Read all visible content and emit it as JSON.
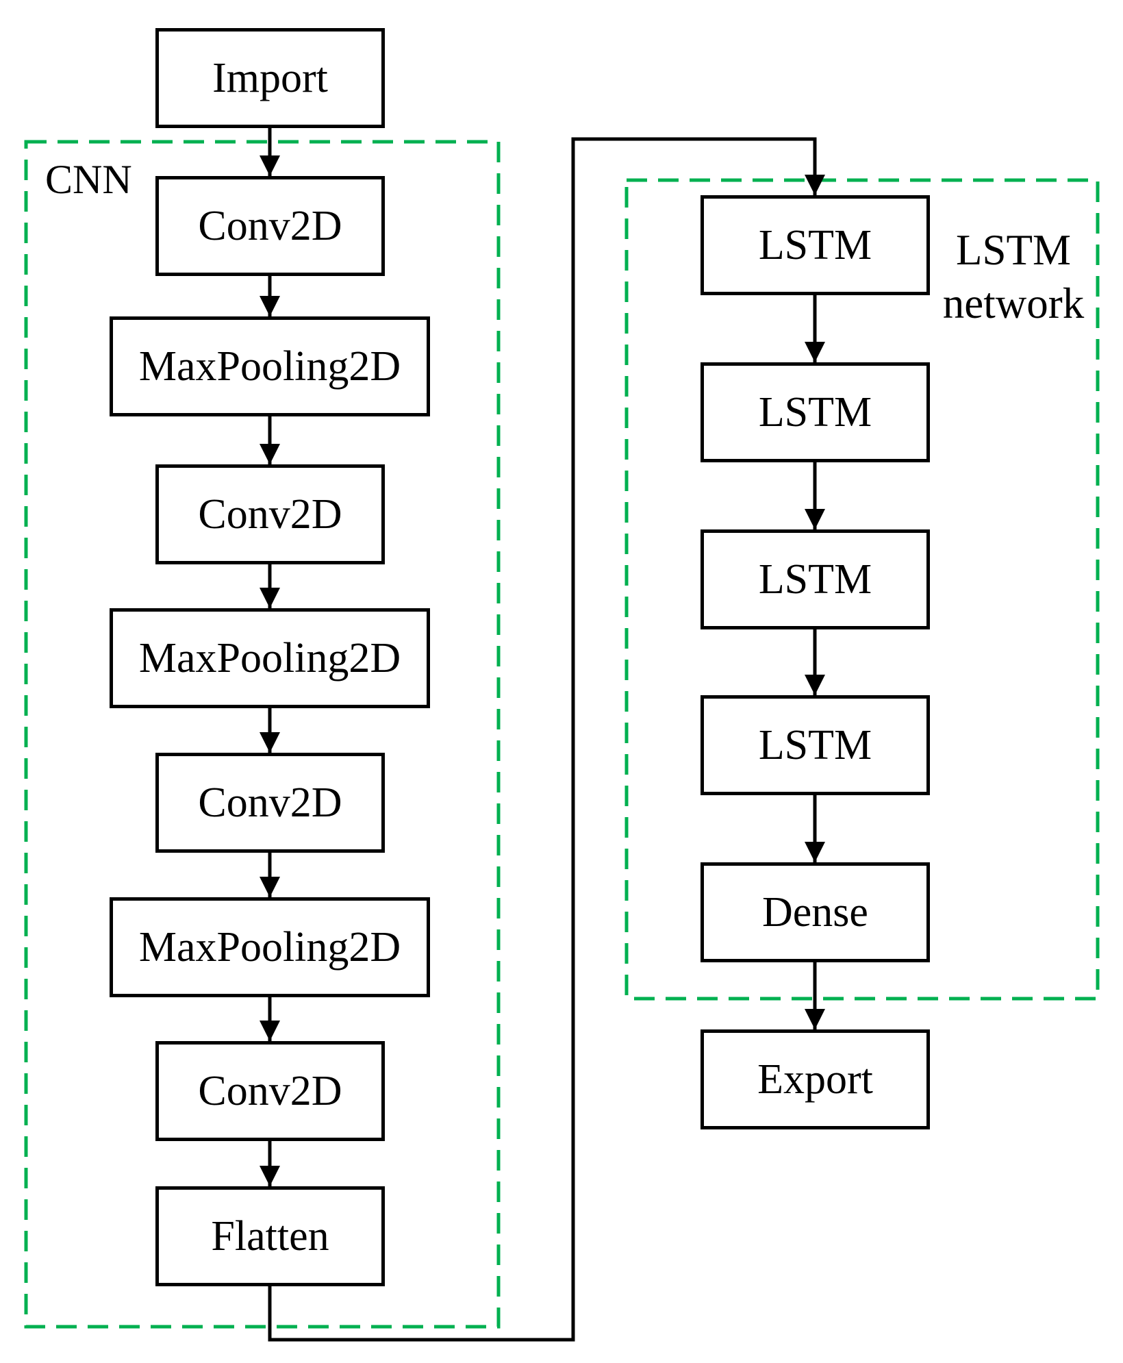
{
  "diagram": {
    "groups": {
      "cnn": {
        "label": "CNN"
      },
      "lstm": {
        "label": "LSTM network"
      }
    },
    "nodes": {
      "import": {
        "label": "Import"
      },
      "conv2d_1": {
        "label": "Conv2D"
      },
      "maxpooling2d_1": {
        "label": "MaxPooling2D"
      },
      "conv2d_2": {
        "label": "Conv2D"
      },
      "maxpooling2d_2": {
        "label": "MaxPooling2D"
      },
      "conv2d_3": {
        "label": "Conv2D"
      },
      "maxpooling2d_3": {
        "label": "MaxPooling2D"
      },
      "conv2d_4": {
        "label": "Conv2D"
      },
      "flatten": {
        "label": "Flatten"
      },
      "lstm_1": {
        "label": "LSTM"
      },
      "lstm_2": {
        "label": "LSTM"
      },
      "lstm_3": {
        "label": "LSTM"
      },
      "lstm_4": {
        "label": "LSTM"
      },
      "dense": {
        "label": "Dense"
      },
      "export": {
        "label": "Export"
      }
    },
    "edges": [
      {
        "from": "Import",
        "to": "Conv2D"
      },
      {
        "from": "Conv2D",
        "to": "MaxPooling2D"
      },
      {
        "from": "MaxPooling2D",
        "to": "Conv2D"
      },
      {
        "from": "Conv2D",
        "to": "MaxPooling2D"
      },
      {
        "from": "MaxPooling2D",
        "to": "Conv2D"
      },
      {
        "from": "Conv2D",
        "to": "MaxPooling2D"
      },
      {
        "from": "MaxPooling2D",
        "to": "Conv2D"
      },
      {
        "from": "Conv2D",
        "to": "Flatten"
      },
      {
        "from": "Flatten",
        "to": "LSTM"
      },
      {
        "from": "LSTM",
        "to": "LSTM"
      },
      {
        "from": "LSTM",
        "to": "LSTM"
      },
      {
        "from": "LSTM",
        "to": "LSTM"
      },
      {
        "from": "LSTM",
        "to": "Dense"
      },
      {
        "from": "Dense",
        "to": "Export"
      }
    ],
    "colors": {
      "group_border": "#00b050",
      "node_border": "#000000",
      "node_fill": "#ffffff",
      "connector": "#000000",
      "background": "#ffffff",
      "text": "#000000"
    }
  }
}
